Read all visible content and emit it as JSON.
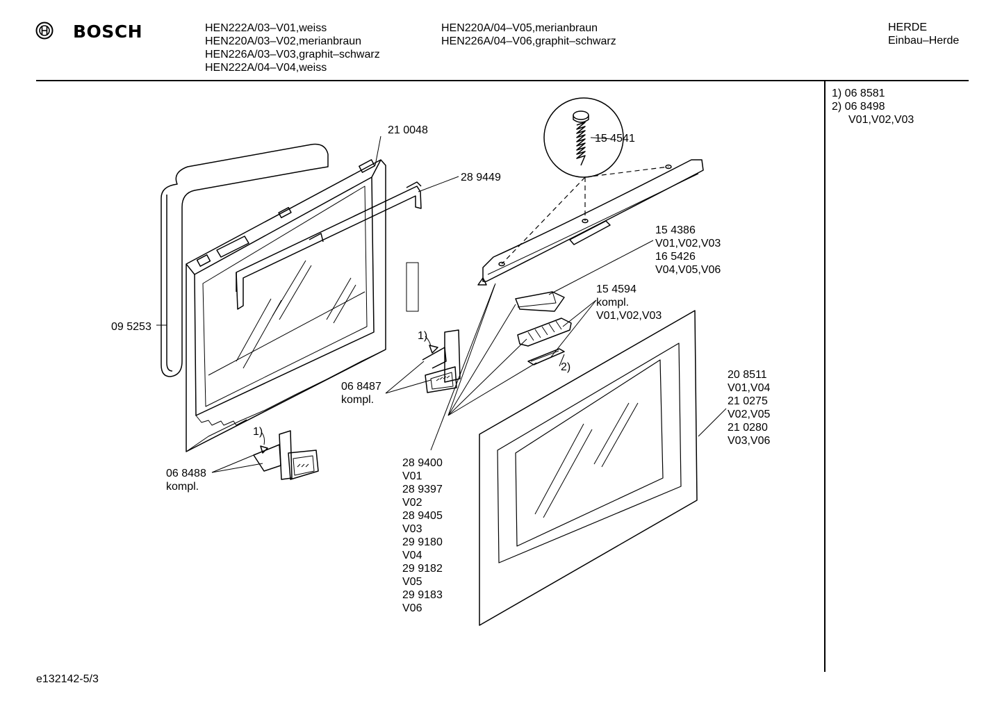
{
  "header": {
    "brand": "BOSCH",
    "models_col1": [
      "HEN222A/03–V01,weiss",
      "HEN220A/03–V02,merianbraun",
      "HEN226A/03–V03,graphit–schwarz",
      "HEN222A/04–V04,weiss"
    ],
    "models_col2": [
      "HEN220A/04–V05,merianbraun",
      "HEN226A/04–V06,graphit–schwarz"
    ],
    "category": "HERDE",
    "subcategory": "Einbau–Herde"
  },
  "notes": [
    "1)  06 8581",
    "2)  06 8498",
    "V01,V02,V03"
  ],
  "parts": {
    "p210048": "21 0048",
    "p289449": "28 9449",
    "p095253": "09 5253",
    "p154541": "15 4541",
    "p154386": [
      "15 4386",
      "V01,V02,V03",
      "16 5426",
      "V04,V05,V06"
    ],
    "p154594": [
      "15 4594",
      "kompl.",
      "V01,V02,V03"
    ],
    "p068487": [
      "06 8487",
      "kompl."
    ],
    "p068488": [
      "06 8488",
      "kompl."
    ],
    "p208511": [
      "20 8511",
      "V01,V04",
      "21 0275",
      "V02,V05",
      "21 0280",
      "V03,V06"
    ],
    "p289400": [
      "28 9400",
      "V01",
      "28 9397",
      "V02",
      "28 9405",
      "V03",
      "29 9180",
      "V04",
      "29 9182",
      "V05",
      "29 9183",
      "V06"
    ],
    "ref1": "1)",
    "ref2": "2)"
  },
  "footer": {
    "code": "e132142-5/3"
  }
}
